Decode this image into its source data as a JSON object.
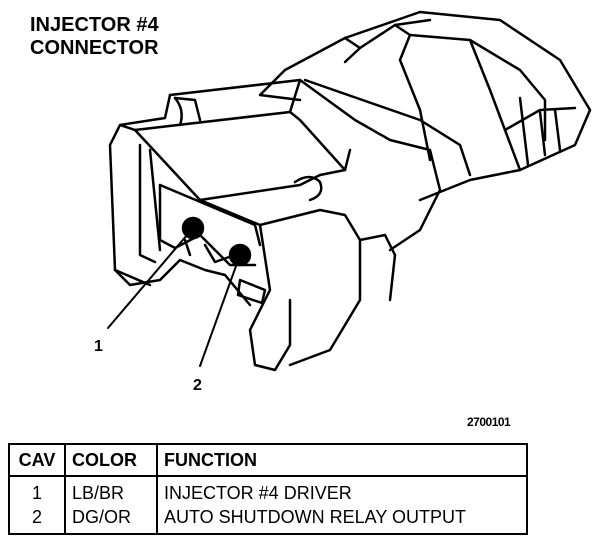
{
  "title": {
    "line1": "INJECTOR #4",
    "line2": "CONNECTOR"
  },
  "callouts": [
    "1",
    "2"
  ],
  "reference_number": "2700101",
  "table": {
    "headers": [
      "CAV",
      "COLOR",
      "FUNCTION"
    ],
    "rows": [
      [
        "1",
        "LB/BR",
        "INJECTOR #4 DRIVER"
      ],
      [
        "2",
        "DG/OR",
        "AUTO SHUTDOWN RELAY OUTPUT"
      ]
    ]
  }
}
